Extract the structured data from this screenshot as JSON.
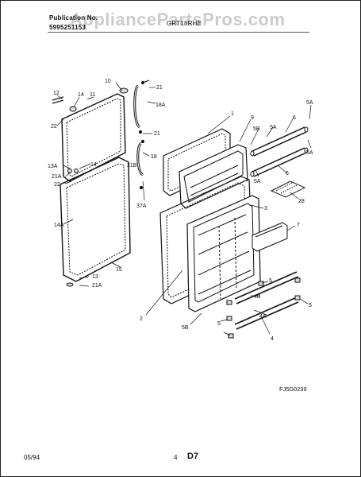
{
  "header": {
    "publication_label": "Publication No.",
    "publication_number": "5995251153",
    "model": "GRT18RHE"
  },
  "watermark": "AppliancePartsPros.com",
  "diagram_code": "FJ5D0239",
  "footer": {
    "date": "05/94",
    "number": "4",
    "page": "D7"
  },
  "callouts": {
    "c1": "1",
    "c2": "2",
    "c3": "3",
    "c4": "4",
    "c4a": "4A",
    "c4b": "4B",
    "c5a": "5",
    "c5b": "5",
    "c5c": "5",
    "c5A_1": "5A",
    "c5A_2": "5A",
    "c5A_3": "5A",
    "c5A_4": "5A",
    "c5B": "5B",
    "c5B_2": "5B",
    "c6a": "6",
    "c6b": "6",
    "c7": "7",
    "c9": "9",
    "c10": "10",
    "c11": "11",
    "c12": "12",
    "c13": "13",
    "c13A": "13A",
    "c14": "14",
    "c14b": "14",
    "c14A": "14A",
    "c15": "15",
    "c18": "18",
    "c18A": "18A",
    "c21a": "21",
    "c21b": "21",
    "c21A_1": "21A",
    "c21A_2": "21A",
    "c21B": "21B",
    "c22a": "22",
    "c22b": "22",
    "c28": "28",
    "c37A": "37A"
  }
}
